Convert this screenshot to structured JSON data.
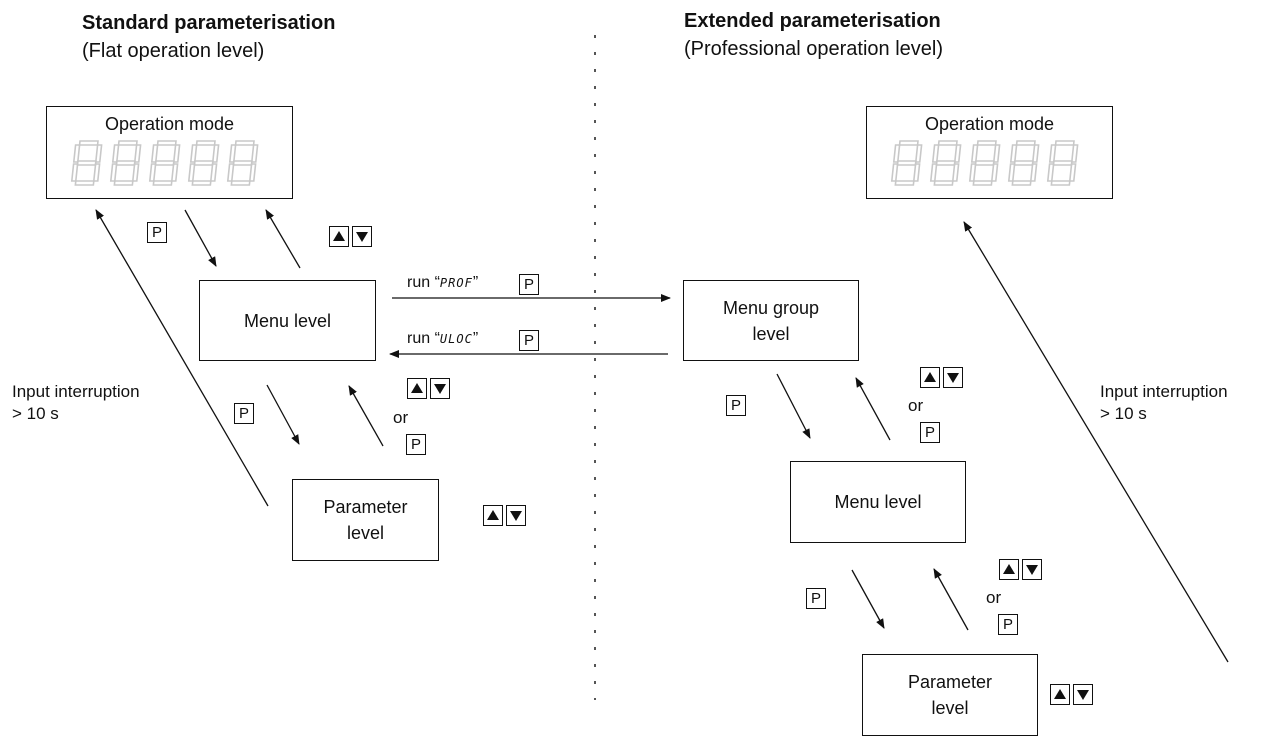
{
  "left": {
    "title": "Standard parameterisation",
    "subtitle": "(Flat operation level)",
    "operation_mode": "Operation mode",
    "menu_level": "Menu level",
    "parameter_level_line1": "Parameter",
    "parameter_level_line2": "level",
    "input_interruption_line1": "Input interruption",
    "input_interruption_line2": "> 10 s",
    "or_label": "or"
  },
  "right": {
    "title": "Extended parameterisation",
    "subtitle": "(Professional operation level)",
    "operation_mode": "Operation mode",
    "menu_group_line1": "Menu group",
    "menu_group_line2": "level",
    "menu_level": "Menu level",
    "parameter_level_line1": "Parameter",
    "parameter_level_line2": "level",
    "input_interruption_line1": "Input interruption",
    "input_interruption_line2": "> 10 s",
    "or_label_1": "or",
    "or_label_2": "or"
  },
  "transitions": {
    "run_word": "run",
    "prof_code": "PROF",
    "uloc_code": "ULOC",
    "open_quote": "“",
    "close_quote": "”"
  },
  "keys": {
    "p_label": "P"
  },
  "icons": {
    "display": "seven-segment-display-icon",
    "up": "up-triangle-key-icon",
    "down": "down-triangle-key-icon"
  },
  "colors": {
    "line": "#111111",
    "segment": "#c8c8c8"
  }
}
